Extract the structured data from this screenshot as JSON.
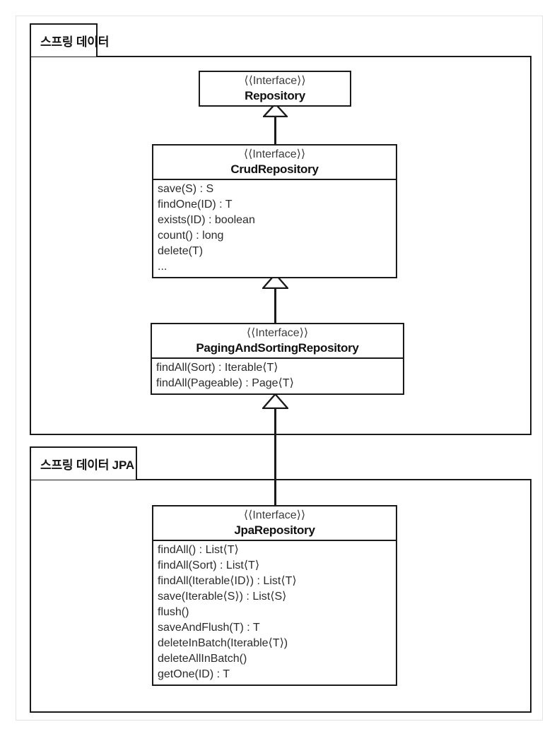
{
  "diagram": {
    "type": "uml-class-diagram",
    "title": "Spring Data repository hierarchy",
    "colors": {
      "canvas_border": "#e3e3e3",
      "stroke": "#1a1a1a",
      "fill": "#ffffff",
      "stereotype_text": "#3c3c3c",
      "name_text": "#101010",
      "member_text": "#2b2b2b"
    },
    "packages": [
      {
        "id": "spring-data",
        "label": "스프링 데이터"
      },
      {
        "id": "spring-data-jpa",
        "label": "스프링 데이터 JPA"
      }
    ],
    "classes": [
      {
        "id": "repository",
        "stereotype": "⟨⟨Interface⟩⟩",
        "name": "Repository",
        "members": []
      },
      {
        "id": "crud-repository",
        "stereotype": "⟨⟨Interface⟩⟩",
        "name": "CrudRepository",
        "members": [
          "save(S) : S",
          "findOne(ID) : T",
          "exists(ID) : boolean",
          "count() : long",
          "delete(T)",
          "..."
        ]
      },
      {
        "id": "paging-and-sorting-repository",
        "stereotype": "⟨⟨Interface⟩⟩",
        "name": "PagingAndSortingRepository",
        "members": [
          "findAll(Sort) : Iterable⟨T⟩",
          "findAll(Pageable) : Page⟨T⟩"
        ]
      },
      {
        "id": "jpa-repository",
        "stereotype": "⟨⟨Interface⟩⟩",
        "name": "JpaRepository",
        "members": [
          "findAll() : List⟨T⟩",
          "findAll(Sort) : List⟨T⟩",
          "findAll(Iterable⟨ID⟩) : List⟨T⟩",
          "save(Iterable⟨S⟩) : List⟨S⟩",
          "flush()",
          "saveAndFlush(T) : T",
          "deleteInBatch(Iterable⟨T⟩)",
          "deleteAllInBatch()",
          "getOne(ID) : T"
        ]
      }
    ],
    "relationships": [
      {
        "id": "crud-extends-repository",
        "kind": "generalization",
        "from": "CrudRepository",
        "to": "Repository"
      },
      {
        "id": "paging-extends-crud",
        "kind": "generalization",
        "from": "PagingAndSortingRepository",
        "to": "CrudRepository"
      },
      {
        "id": "jpa-extends-paging",
        "kind": "generalization",
        "from": "JpaRepository",
        "to": "PagingAndSortingRepository"
      }
    ]
  }
}
